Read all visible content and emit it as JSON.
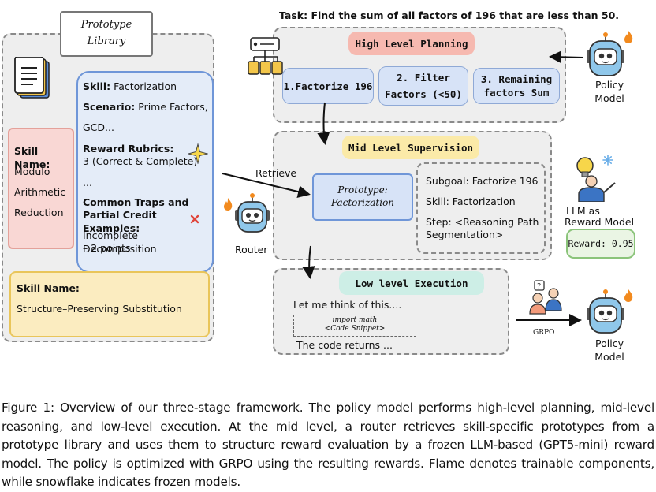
{
  "task": "Task: Find the sum of all factors of 196 that are less than 50.",
  "library": {
    "tab_title_1": "Prototype",
    "tab_title_2": "Library",
    "skill_card": {
      "skill_label": "Skill:",
      "skill_value": "Factorization",
      "scenario_label": "Scenario:",
      "scenario_value": "Prime Factors,",
      "scenario_cont": "GCD...",
      "rubrics_label": "Reward Rubrics:",
      "rubrics_value": "3 (Correct & Complete)",
      "ellipsis": "...",
      "traps_line1": "Common Traps and",
      "traps_line2": "Partial Credit Examples:",
      "traps_value_1": "Incomplete Decomposition",
      "traps_value_2": "– 2 points"
    },
    "side_card": {
      "label": "Skill Name:",
      "l1": "Modulo",
      "l2": "Arithmetic",
      "l3": "Reduction"
    },
    "bottom_card": {
      "label": "Skill Name:",
      "value": "Structure–Preserving Substitution"
    }
  },
  "high": {
    "title": "High Level Planning",
    "step1": "1.Factorize 196",
    "step2_a": "2. Filter",
    "step2_b": "Factors (<50)",
    "step3_a": "3. Remaining",
    "step3_b": "factors Sum"
  },
  "mid": {
    "title": "Mid Level Supervision",
    "proto_a": "Prototype:",
    "proto_b": "Factorization",
    "subgoal": "Subgoal: Factorize 196",
    "skill": "Skill: Factorization",
    "step_a": "Step: <Reasoning Path",
    "step_b": "Segmentation>"
  },
  "low": {
    "title": "Low level Execution",
    "think": "Let me think of this....",
    "code_a": "import math",
    "code_b": "<Code Snippet>",
    "returns": "The code returns ..."
  },
  "labels": {
    "retrieve": "Retrieve",
    "router": "Router",
    "policy_top_1": "Policy",
    "policy_top_2": "Model",
    "llm_1": "LLM as",
    "llm_2": "Reward Model",
    "reward": "Reward: 0.95",
    "grpo": "GRPO",
    "policy_bot_1": "Policy",
    "policy_bot_2": "Model"
  },
  "caption": "Figure 1: Overview of our three-stage framework. The policy model performs high-level planning, mid-level reasoning, and low-level execution. At the mid level, a router retrieves skill-specific prototypes from a prototype library and uses them to structure reward evaluation by a frozen LLM-based (GPT5-mini) reward model. The policy is optimized with GRPO using the resulting rewards. Flame denotes trainable components, while snowflake indicates frozen models.",
  "colors": {
    "high_pill": "#f6b9b0",
    "mid_pill": "#fbeaa8",
    "low_pill": "#cdeee6",
    "step_box": "#d7e3f7",
    "skill_card": "#e4ecf8",
    "side_card": "#f9d7d4",
    "bottom_card": "#fbecc0",
    "robot": "#8fc7ea",
    "flame": "#f28a1e"
  },
  "icons": [
    "document-icon",
    "server-tree-icon",
    "robot-icon",
    "flame-icon",
    "sparkle-icon",
    "cross-icon",
    "teacher-icon",
    "snowflake-icon",
    "people-question-icon"
  ]
}
